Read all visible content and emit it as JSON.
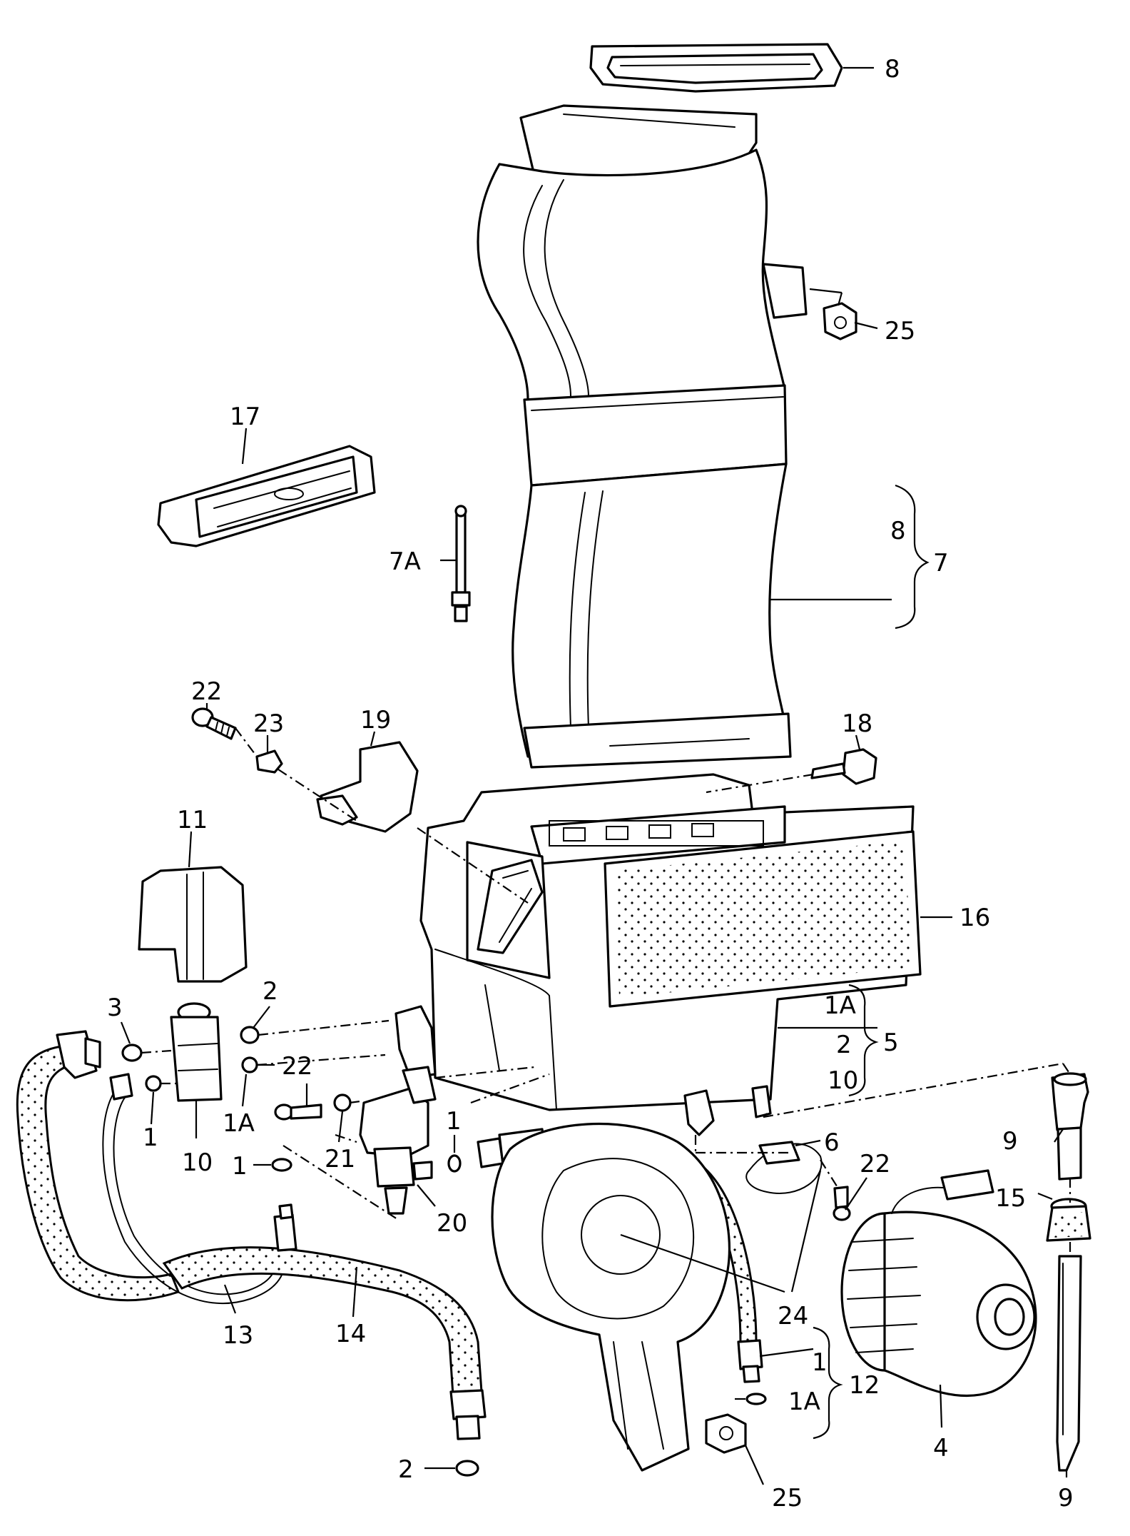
{
  "callouts": [
    {
      "id": "8_top",
      "label": "8"
    },
    {
      "id": "25_top",
      "label": "25"
    },
    {
      "id": "17",
      "label": "17"
    },
    {
      "id": "8_brace",
      "label": "8"
    },
    {
      "id": "7",
      "label": "7"
    },
    {
      "id": "7A",
      "label": "7A"
    },
    {
      "id": "22_top",
      "label": "22"
    },
    {
      "id": "23",
      "label": "23"
    },
    {
      "id": "19",
      "label": "19"
    },
    {
      "id": "18",
      "label": "18"
    },
    {
      "id": "11",
      "label": "11"
    },
    {
      "id": "16",
      "label": "16"
    },
    {
      "id": "3",
      "label": "3"
    },
    {
      "id": "2_mid",
      "label": "2"
    },
    {
      "id": "22_mid",
      "label": "22"
    },
    {
      "id": "1_left",
      "label": "1"
    },
    {
      "id": "1A_left",
      "label": "1A"
    },
    {
      "id": "10_left",
      "label": "10"
    },
    {
      "id": "21",
      "label": "21"
    },
    {
      "id": "1_mid",
      "label": "1"
    },
    {
      "id": "1_dash",
      "label": "1"
    },
    {
      "id": "20",
      "label": "20"
    },
    {
      "id": "1A_brace",
      "label": "1A"
    },
    {
      "id": "2_brace",
      "label": "2"
    },
    {
      "id": "10_brace",
      "label": "10"
    },
    {
      "id": "5",
      "label": "5"
    },
    {
      "id": "9_top",
      "label": "9"
    },
    {
      "id": "15",
      "label": "15"
    },
    {
      "id": "6",
      "label": "6"
    },
    {
      "id": "22_right",
      "label": "22"
    },
    {
      "id": "24",
      "label": "24"
    },
    {
      "id": "13",
      "label": "13"
    },
    {
      "id": "14",
      "label": "14"
    },
    {
      "id": "1_low",
      "label": "1"
    },
    {
      "id": "12",
      "label": "12"
    },
    {
      "id": "1A_low",
      "label": "1A"
    },
    {
      "id": "4",
      "label": "4"
    },
    {
      "id": "2_bottom",
      "label": "2"
    },
    {
      "id": "25_bottom",
      "label": "25"
    },
    {
      "id": "9_bottom",
      "label": "9"
    }
  ]
}
